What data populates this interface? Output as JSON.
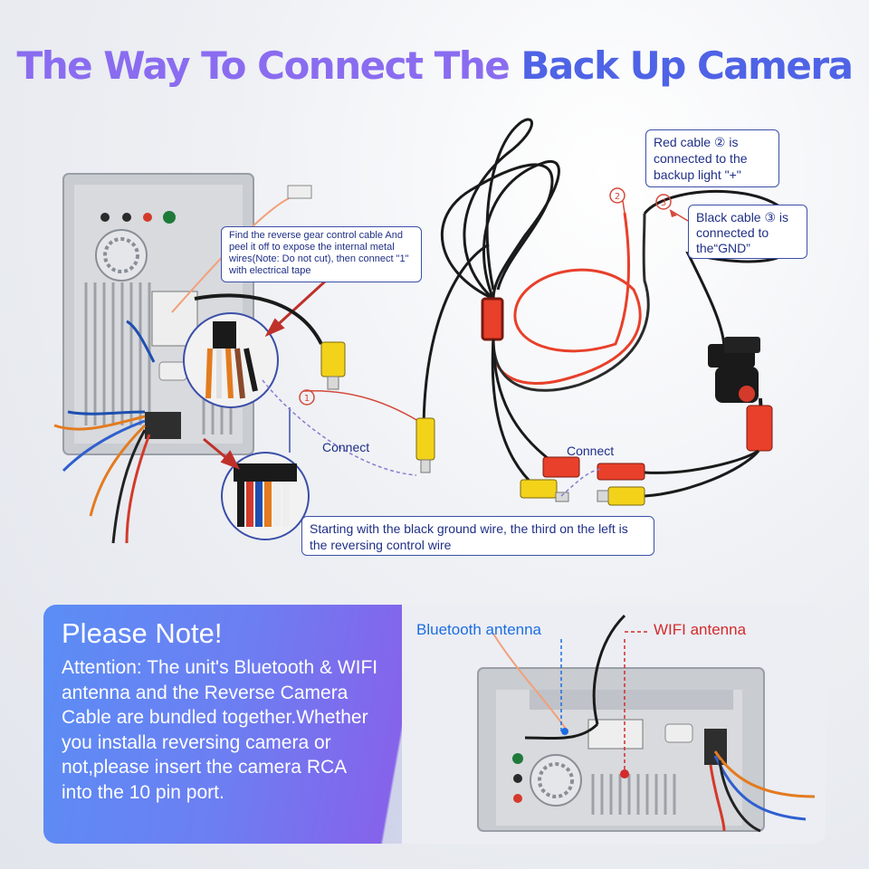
{
  "header": {
    "title_part1": "The Way To Connect The ",
    "title_part2": "Back Up Camera"
  },
  "callouts": {
    "reverse_gear": "Find the reverse gear control cable And peel it off to expose the internal metal wires(Note: Do not cut), then connect \"1\" with electrical tape",
    "red_cable": "Red cable ② is connected to the backup light \"+\"",
    "black_cable": "Black cable ③ is connected to the“GND”",
    "ground_wire": "Starting with the black ground wire, the third on the left is the reversing control wire"
  },
  "markers": {
    "m1": "①",
    "m2": "②",
    "m3": "③"
  },
  "connect_labels": {
    "left": "Connect",
    "right": "Connect"
  },
  "note": {
    "title": "Please Note!",
    "body": "Attention: The unit's Bluetooth & WIFI antenna and the Reverse Camera Cable are bundled together.Whether you installa reversing camera or not,please insert the camera RCA into the 10 pin port."
  },
  "antennas": {
    "bluetooth": "Bluetooth antenna",
    "wifi": "WIFI antenna"
  },
  "colors": {
    "title_light": "#8a6cf0",
    "title_dark": "#4f63e6",
    "callout_border": "#3b4fa8",
    "callout_text": "#1f2f86",
    "rca_yellow": "#f3d21a",
    "rca_red": "#e8402a",
    "bluetooth": "#1c6de0",
    "wifi": "#d42a2a"
  }
}
